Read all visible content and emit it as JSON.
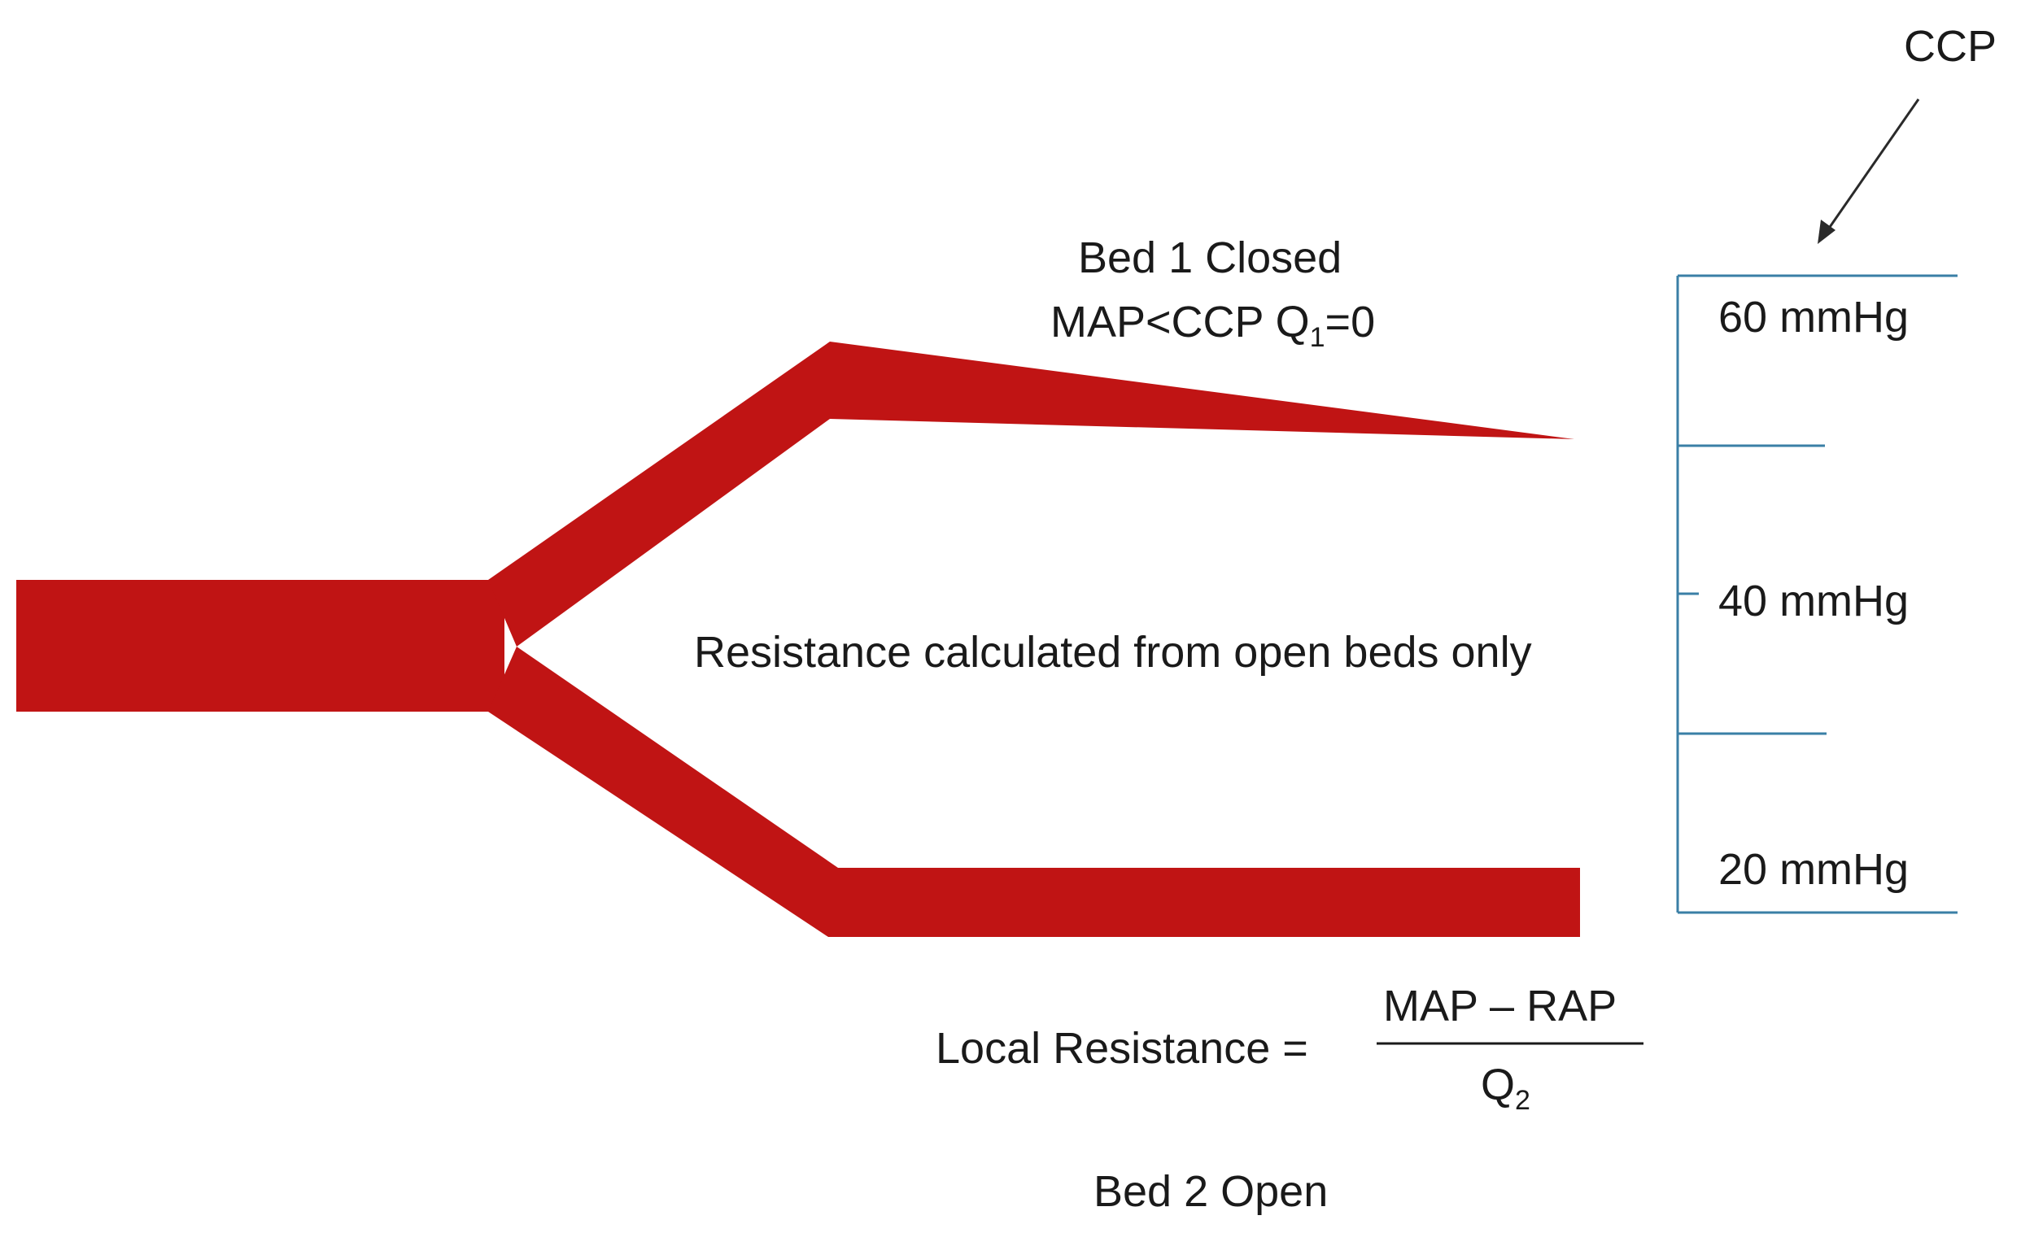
{
  "colors": {
    "vessel": "#c01414",
    "scale_line": "#3a7fa6",
    "text": "#1a1a1a",
    "arrow": "#2a2a2a"
  },
  "labels": {
    "ccp": "CCP",
    "bed1_title": "Bed 1 Closed",
    "bed1_condition_main": "MAP<CCP  Q",
    "bed1_condition_sub": "1",
    "bed1_condition_tail": "=0",
    "resistance_note": "Resistance calculated from open beds only",
    "local_resistance": "Local Resistance =",
    "formula_numerator": "MAP – RAP",
    "formula_denominator_main": "Q",
    "formula_denominator_sub": "2",
    "bed2_title": "Bed 2 Open"
  },
  "pressure_scale": {
    "ticks": [
      "60 mmHg",
      "40 mmHg",
      "20 mmHg"
    ]
  }
}
